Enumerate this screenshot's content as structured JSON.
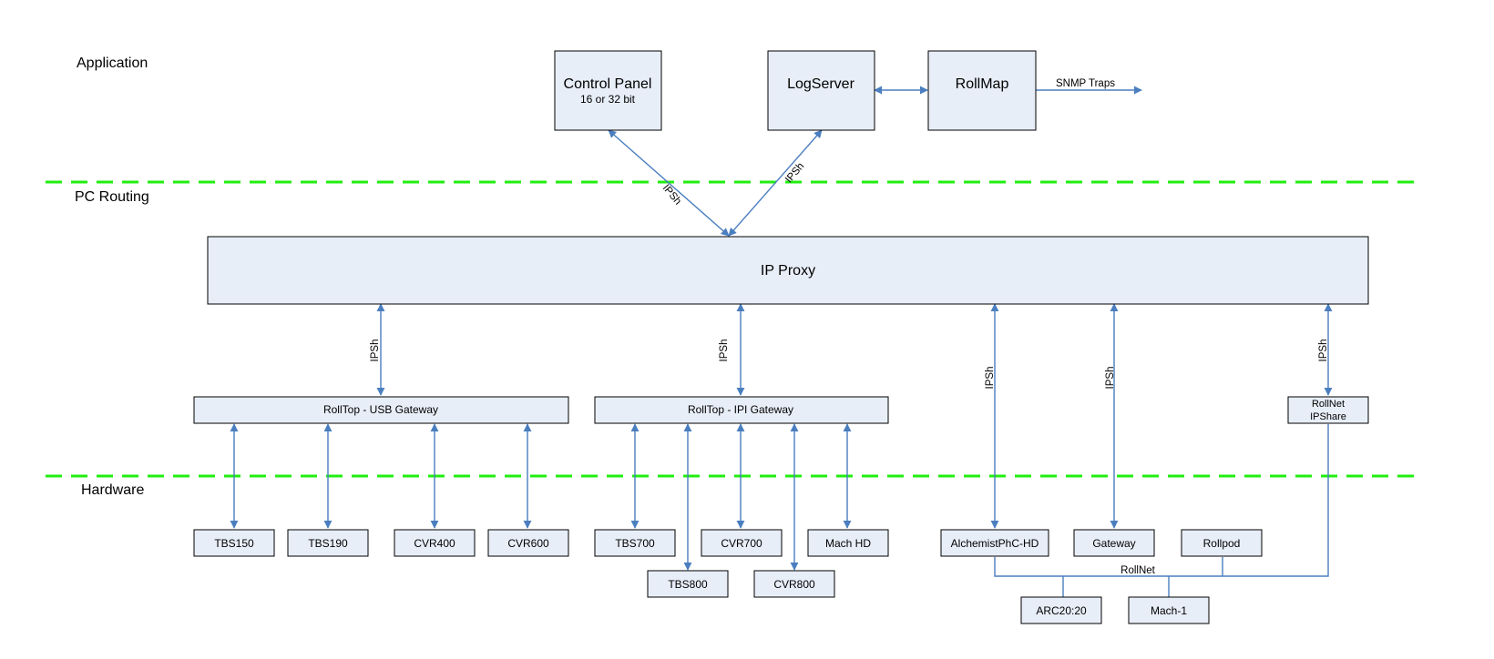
{
  "layers": {
    "application": "Application",
    "pc_routing": "PC Routing",
    "hardware": "Hardware"
  },
  "nodes": {
    "control_panel": {
      "title": "Control Panel",
      "subtitle": "16 or 32 bit"
    },
    "logserver": "LogServer",
    "rollmap": "RollMap",
    "ip_proxy": "IP Proxy",
    "usb_gateway": "RollTop - USB Gateway",
    "ipi_gateway": "RollTop - IPI Gateway",
    "rollnet_ipshare": {
      "line1": "RollNet",
      "line2": "IPShare"
    },
    "tbs150": "TBS150",
    "tbs190": "TBS190",
    "cvr400": "CVR400",
    "cvr600": "CVR600",
    "tbs700": "TBS700",
    "tbs800": "TBS800",
    "cvr700": "CVR700",
    "cvr800": "CVR800",
    "mach_hd": "Mach HD",
    "alchemist": "AlchemistPhC-HD",
    "gateway": "Gateway",
    "rollpod": "Rollpod",
    "arc": "ARC20:20",
    "mach1": "Mach-1"
  },
  "labels": {
    "snmp_traps": "SNMP Traps",
    "ipsh": "IPSh",
    "rollnet": "RollNet"
  },
  "colors": {
    "box_fill": "#e8eef8",
    "connector": "#4a7ebf",
    "separator": "#22ee11"
  }
}
